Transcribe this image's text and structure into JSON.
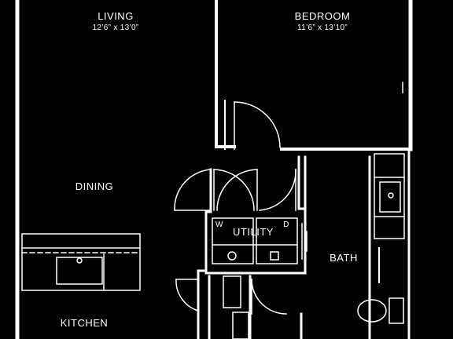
{
  "rooms": {
    "living": {
      "name": "LIVING",
      "dims": "12’6” x 13’0”"
    },
    "bedroom": {
      "name": "BEDROOM",
      "dims": "11’6” x 13’10”"
    },
    "dining": {
      "name": "DINING"
    },
    "utility": {
      "name": "UTILITY",
      "washer": "W",
      "dryer": "D"
    },
    "bath": {
      "name": "BATH"
    },
    "kitchen": {
      "name": "KITCHEN"
    }
  },
  "colors": {
    "background": "#000000",
    "walls": "#ffffff"
  }
}
